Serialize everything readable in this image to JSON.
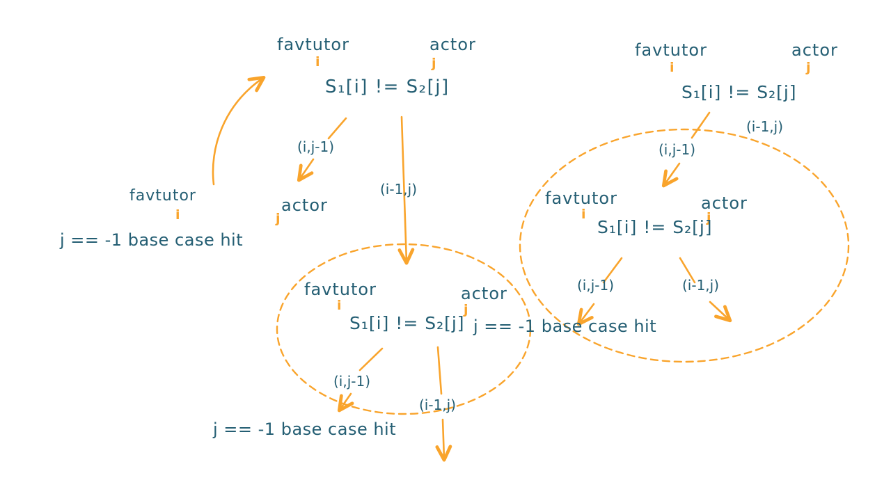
{
  "colors": {
    "text_teal": "#245E73",
    "accent_orange": "#F9A42C",
    "background": "#FFFFFF"
  },
  "labels": {
    "string1": "favtutor",
    "string2": "actor",
    "i_pointer": "i",
    "j_pointer": "j",
    "condition": "S₁[i] != S₂[j]",
    "branch_left": "(i,j-1)",
    "branch_right": "(i-1,j)",
    "base_case": "j == -1 base case hit"
  }
}
